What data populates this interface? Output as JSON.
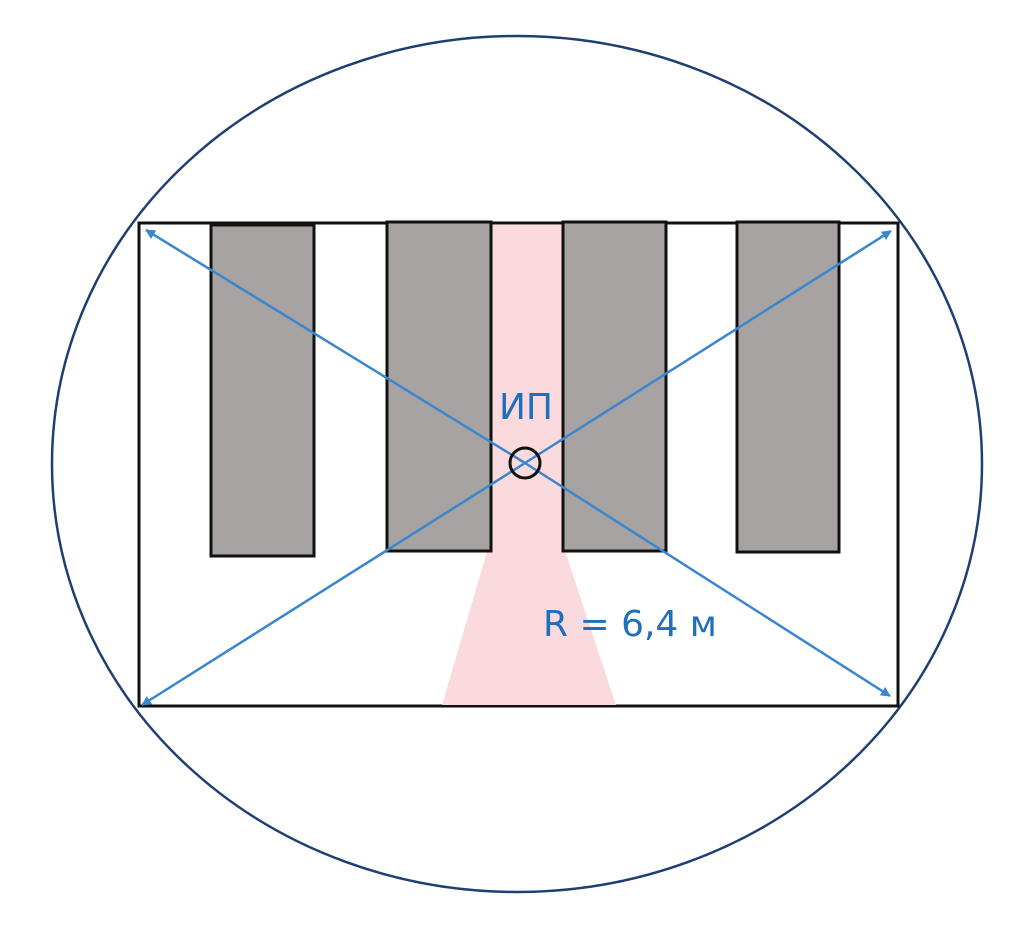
{
  "detector_label": "ИП",
  "radius_label": "R = 6,4 м",
  "colors": {
    "outer_circle": "#1f3f73",
    "room_border": "#111111",
    "rack_fill": "#a7a3a3",
    "aisle_fill": "#fadadd",
    "arrow": "#3b86cc",
    "text": "#1f6fbf",
    "detector_stroke": "#111111"
  },
  "icons": {
    "detector": "circle-outline",
    "arrows": "double-headed-arrow"
  }
}
